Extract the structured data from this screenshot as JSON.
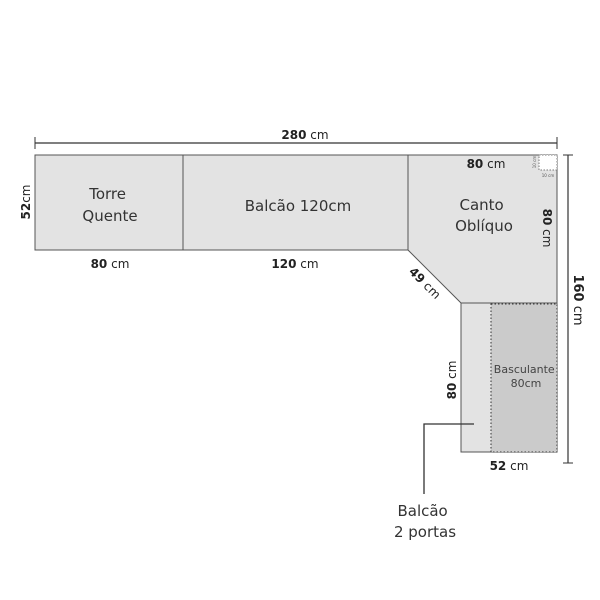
{
  "colors": {
    "module": "#e3e3e3",
    "basculante": "#cbcbcb",
    "outline": "#555555"
  },
  "modules": {
    "torre_quente": [
      "Torre",
      "Quente"
    ],
    "balcao_120": "Balcão 120cm",
    "canto": [
      "Canto",
      "Oblíquo"
    ],
    "basculante": [
      "Basculante",
      "80cm"
    ],
    "balcao_2_portas": [
      "Balcão",
      "2 portas"
    ]
  },
  "dimensions": {
    "total_width": {
      "value": "280",
      "unit": "cm"
    },
    "depth_left": {
      "value": "52",
      "unit": "cm"
    },
    "torre_width": {
      "value": "80",
      "unit": "cm"
    },
    "balcao_width": {
      "value": "120",
      "unit": "cm"
    },
    "canto_top": {
      "value": "80",
      "unit": "cm"
    },
    "canto_side": {
      "value": "80",
      "unit": "cm"
    },
    "oblique": {
      "value": "49",
      "unit": "cm"
    },
    "total_height": {
      "value": "160",
      "unit": "cm"
    },
    "lower_height": {
      "value": "80",
      "unit": "cm"
    },
    "lower_width": {
      "value": "52",
      "unit": "cm"
    },
    "corner_a": "10 cm",
    "corner_b": "10 cm"
  }
}
